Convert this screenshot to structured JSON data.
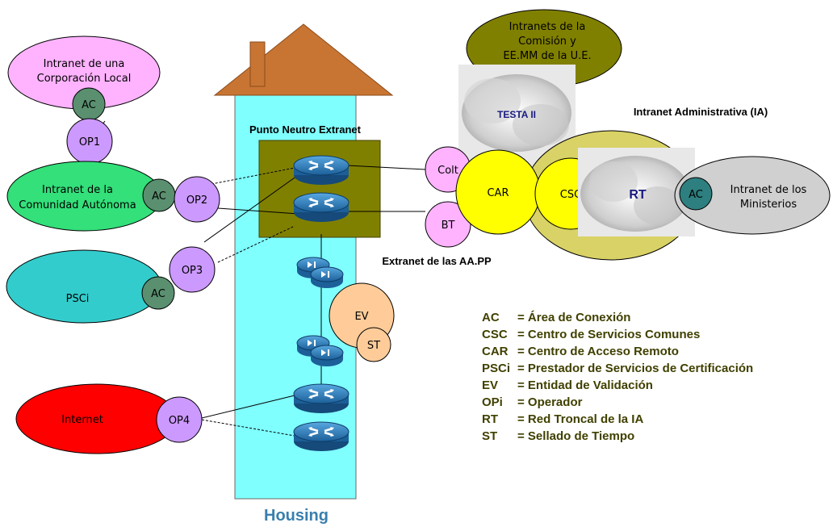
{
  "labels": {
    "corp_local": [
      "Intranet de una",
      "Corporación Local"
    ],
    "comunidad": [
      "Intranet de la",
      "Comunidad Autónoma"
    ],
    "psci": "PSCi",
    "internet": "Internet",
    "comision": [
      "Intranets de la",
      "Comisión y",
      "EE.MM de la U.E."
    ],
    "testa": "TESTA II",
    "ia_title": "Intranet Administrativa (IA)",
    "ministerios": [
      "Intranet de los",
      "Ministerios"
    ],
    "punto_neutro": "Punto Neutro Extranet",
    "extranet": "Extranet de las AA.PP",
    "housing": "Housing",
    "ac": "AC",
    "op1": "OP1",
    "op2": "OP2",
    "op3": "OP3",
    "op4": "OP4",
    "colt": "Colt",
    "bt": "BT",
    "car": "CAR",
    "csc": "CSC",
    "rt": "RT",
    "ev": "EV",
    "st": "ST"
  },
  "legend": [
    {
      "abbr": "AC",
      "desc": "= Área de Conexión"
    },
    {
      "abbr": "CSC",
      "desc": "= Centro de Servicios Comunes"
    },
    {
      "abbr": "CAR",
      "desc": "= Centro de Acceso Remoto"
    },
    {
      "abbr": "PSCi",
      "desc": "= Prestador de Servicios de Certificación"
    },
    {
      "abbr": "EV",
      "desc": "= Entidad de Validación"
    },
    {
      "abbr": "OPi",
      "desc": "= Operador"
    },
    {
      "abbr": "RT",
      "desc": "= Red Troncal de la IA"
    },
    {
      "abbr": "ST",
      "desc": "= Sellado de Tiempo"
    }
  ],
  "colors": {
    "corp_local": "#ffb3ff",
    "comunidad": "#33e07a",
    "psci": "#33cccc",
    "internet": "#ff0000",
    "comision": "#808000",
    "ia": "#d9d266",
    "ministerios": "#d0d0d0",
    "ac": "#5a9070",
    "op": "#cc99ff",
    "car_csc": "#ffff00",
    "ev": "#ffcc99",
    "house": "#80ffff",
    "roof": "#c87533",
    "router": "#2f86c9"
  }
}
